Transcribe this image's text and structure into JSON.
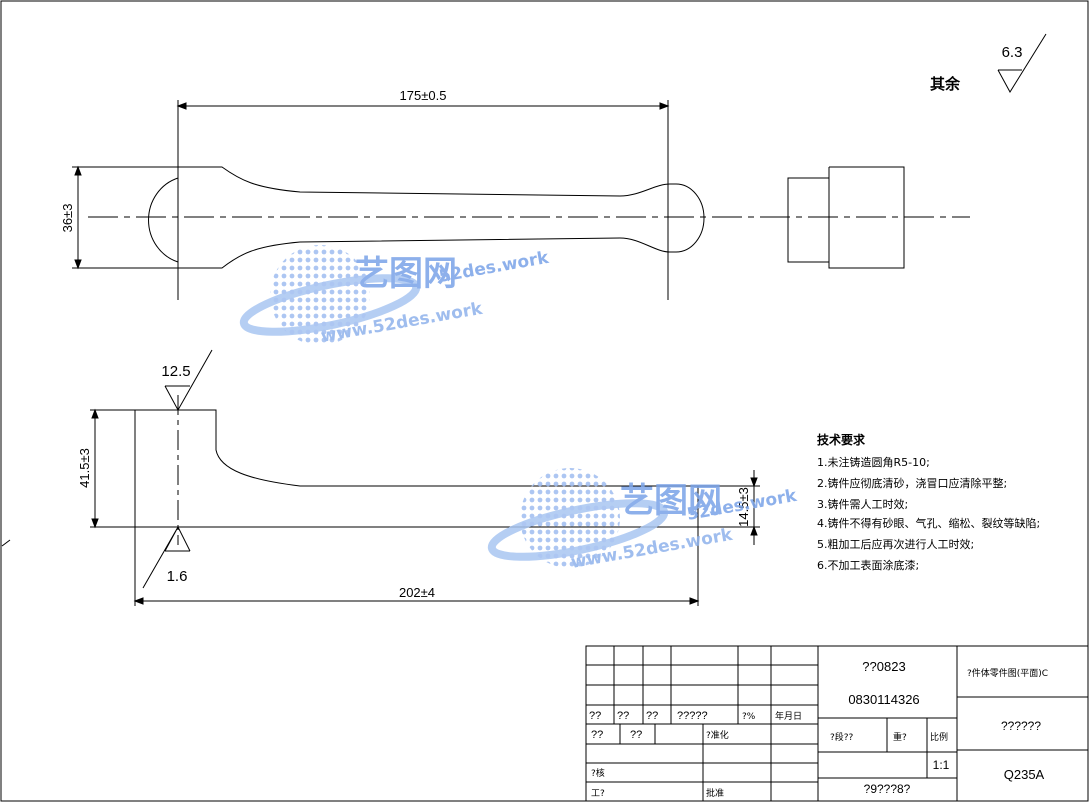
{
  "dimensions": {
    "top_length": "175±0.5",
    "top_height": "36±3",
    "bottom_height": "41.5±3",
    "bottom_length": "202±4",
    "thin_height": "14.5±3"
  },
  "roughness": {
    "overall": "6.3",
    "overall_note": "其余",
    "top_face": "12.5",
    "bottom_face": "1.6"
  },
  "technical_requirements": {
    "title": "技术要求",
    "items": [
      "1.未注铸造圆角R5-10;",
      "2.铸件应彻底清砂，浇冒口应清除平整;",
      "3.铸件需人工时效;",
      "4.铸件不得有砂眼、气孔、缩松、裂纹等缺陷;",
      "5.粗加工后应再次进行人工时效;",
      "6.不加工表面涂底漆;"
    ]
  },
  "title_block": {
    "row_labels": [
      "??",
      "??",
      "??",
      "?????",
      "?%",
      "年月日"
    ],
    "design_label_1": "??",
    "design_label_2": "??",
    "std_label": "?准化",
    "check_label": "?核",
    "process_label": "工?",
    "approve_label": "批准",
    "code_a": "??0823",
    "code_b": "0830114326",
    "stage_label": "?段??",
    "weight_label": "重?",
    "scale_label": "比例",
    "scale_value": "1:1",
    "sheet_info": "?9???8?",
    "part_name": "?件体零件图(平面)C",
    "org": "??????",
    "material": "Q235A"
  },
  "watermark": {
    "brand": "艺图网",
    "url_1": "52des.work",
    "url_2": "www.52des.work"
  }
}
